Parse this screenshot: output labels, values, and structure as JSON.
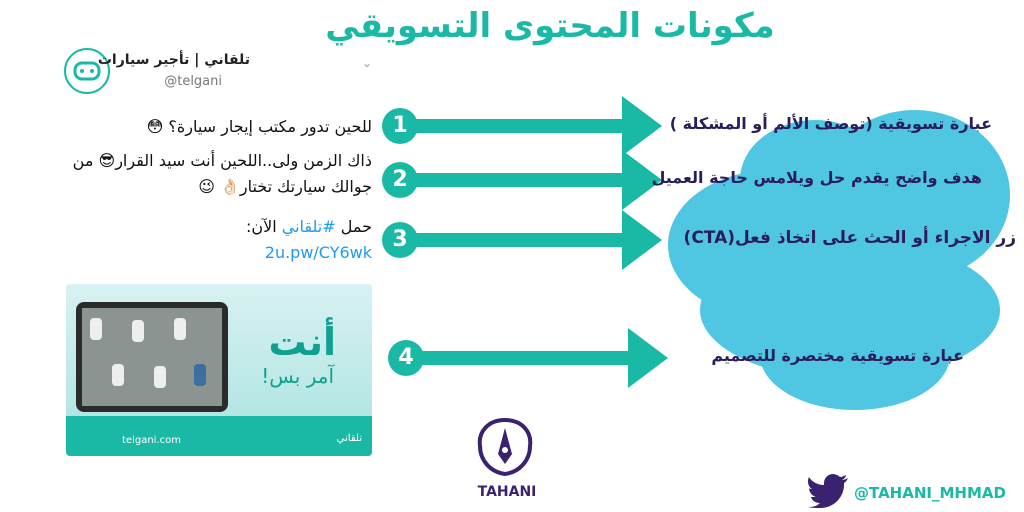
{
  "title": "مكونات المحتوى التسويقي",
  "tweet": {
    "name": "تلقاني | تأجير سيارات",
    "handle": "@telgani",
    "line1": "للحين تدور مكتب إيجار سيارة؟ 😳",
    "line2": "ذاك الزمن ولى..اللحين أنت سيد القرار😎 من",
    "line3": "جوالك سيارتك تختار👌🏻 😉",
    "line4_prefix": "حمل ",
    "hashtag": "#تلقاني",
    "line4_suffix": " الآن:",
    "link": "2u.pw/CY6wk",
    "ad": {
      "big": "أنت",
      "small": "آمر بس!",
      "url": "telgani.com",
      "brand": "تلقاني"
    }
  },
  "steps": [
    {
      "number": "1",
      "label": "عبارة تسويقية (توصف الألم أو المشكلة )"
    },
    {
      "number": "2",
      "label": "هدف واضح يقدم حل ويلامس حاجة العميل"
    },
    {
      "number": "3",
      "label": "زر الاجراء أو الحث على  اتخاذ  فعل(CTA)"
    },
    {
      "number": "4",
      "label": "عبارة تسويقية مختصرة للتصميم"
    }
  ],
  "logo": {
    "text": "TAHANI"
  },
  "credit": {
    "handle": "@TAHANI_MHMAD"
  },
  "colors": {
    "accent": "#19b9a6",
    "cloud": "#4fc6e2",
    "label": "#2a1d5c"
  }
}
